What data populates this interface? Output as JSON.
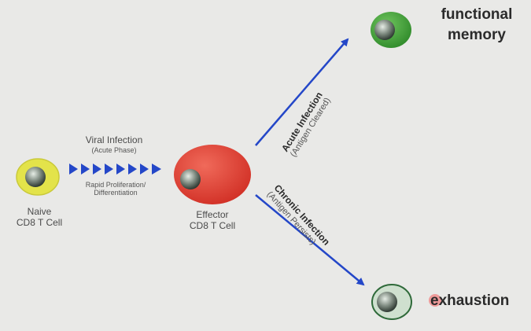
{
  "naive_cell": {
    "line1": "Naive",
    "line2": "CD8 T Cell"
  },
  "viral_infection": {
    "title": "Viral Infection",
    "phase": "(Acute Phase)"
  },
  "proliferation": {
    "line1": "Rapid Proliferation/",
    "line2": "Differentiation"
  },
  "effector_cell": {
    "line1": "Effector",
    "line2": "CD8 T Cell"
  },
  "acute_branch": {
    "title": "Acute Infection",
    "sub": "(Antigen Cleared)"
  },
  "chronic_branch": {
    "title": "Chronic Infection",
    "sub": "(Antigen Persists)"
  },
  "memory_outcome": {
    "line1": "functional",
    "line2": "memory"
  },
  "exhaustion_outcome": {
    "label": "exhaustion"
  },
  "colors": {
    "background": "#e9e9e7",
    "naive_cell": "#e3e34a",
    "effector_cell": "#e8423a",
    "memory_cell": "#3c9a36",
    "exhausted_cell": "#cfe0cf",
    "arrow": "#2447c8"
  }
}
